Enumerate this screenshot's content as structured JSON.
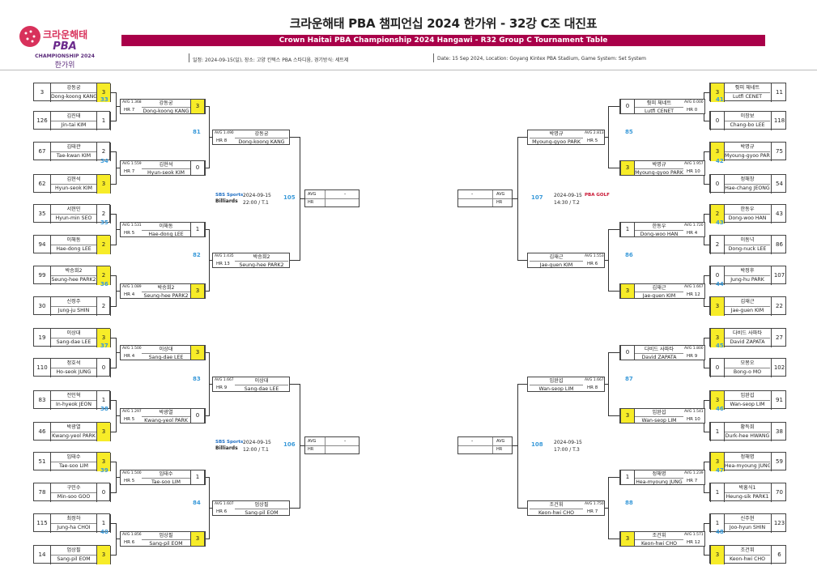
{
  "header": {
    "title": "크라운해태 PBA 챔피언십 2024 한가위 - 32강 C조 대진표",
    "subtitle": "Crown Haitai PBA Championship 2024 Hangawi - R32 Group C Tournament Table",
    "info_kr": "일정: 2024-09-15(일), 장소: 고양 킨텍스 PBA 스타디움, 경기방식: 세트제",
    "info_en": "Date: 15 Sep 2024, Location: Goyang Kintex PBA Stadium, Game System: Set System",
    "logo_kr": "크라운해태",
    "logo_pba": "PBA",
    "logo_champ": "CHAMPIONSHIP 2024",
    "logo_hangawi": "한가위"
  },
  "labels": {
    "avg": "AVG",
    "hr": "HR",
    "dash": "-",
    "sbs1": "SBS Sports",
    "sbs2": "Billiards",
    "pba_golf": "PBA GOLF"
  },
  "left_r32": [
    {
      "seed": "3",
      "kr": "강동궁",
      "en": "Dong-koong KANG",
      "score": "3",
      "win": true
    },
    {
      "seed": "126",
      "kr": "김진태",
      "en": "Jin-tai KIM",
      "score": "1",
      "win": false
    },
    {
      "seed": "67",
      "kr": "김태관",
      "en": "Tae-kwan KIM",
      "score": "2",
      "win": false
    },
    {
      "seed": "62",
      "kr": "김현석",
      "en": "Hyun-seok KIM",
      "score": "3",
      "win": true
    },
    {
      "seed": "35",
      "kr": "서현민",
      "en": "Hyun-min SEO",
      "score": "2",
      "win": false
    },
    {
      "seed": "94",
      "kr": "이해동",
      "en": "Hae-dong LEE",
      "score": "2",
      "win": true
    },
    {
      "seed": "99",
      "kr": "박승희2",
      "en": "Seung-hee PARK2",
      "score": "2",
      "win": true
    },
    {
      "seed": "30",
      "kr": "신정주",
      "en": "Jung-ju SHIN",
      "score": "2",
      "win": false
    },
    {
      "seed": "19",
      "kr": "이상대",
      "en": "Sang-dae LEE",
      "score": "3",
      "win": true
    },
    {
      "seed": "110",
      "kr": "정호석",
      "en": "Ho-seok JUNG",
      "score": "0",
      "win": false
    },
    {
      "seed": "83",
      "kr": "전인혁",
      "en": "In-hyeok JEON",
      "score": "1",
      "win": false
    },
    {
      "seed": "46",
      "kr": "박광열",
      "en": "Kwang-yeol PARK",
      "score": "3",
      "win": true
    },
    {
      "seed": "51",
      "kr": "임태수",
      "en": "Tae-soo LIM",
      "score": "3",
      "win": true
    },
    {
      "seed": "78",
      "kr": "구민수",
      "en": "Min-soo GOO",
      "score": "0",
      "win": false
    },
    {
      "seed": "115",
      "kr": "최정하",
      "en": "Jung-ha CHOI",
      "score": "1",
      "win": false
    },
    {
      "seed": "14",
      "kr": "엄상필",
      "en": "Sang-pil EOM",
      "score": "3",
      "win": true
    }
  ],
  "right_r32": [
    {
      "seed": "11",
      "kr": "륏피 체네트",
      "en": "Lutfi CENET",
      "score": "3",
      "win": true
    },
    {
      "seed": "118",
      "kr": "이창보",
      "en": "Chang-bo LEE",
      "score": "0",
      "win": false
    },
    {
      "seed": "75",
      "kr": "박명규",
      "en": "Myoung-gyoo PARK",
      "score": "3",
      "win": true
    },
    {
      "seed": "54",
      "kr": "정해창",
      "en": "Hae-chang JEONG",
      "score": "0",
      "win": false
    },
    {
      "seed": "43",
      "kr": "한동우",
      "en": "Dong-woo HAN",
      "score": "2",
      "win": true
    },
    {
      "seed": "86",
      "kr": "이동넉",
      "en": "Dong-nuck LEE",
      "score": "2",
      "win": false
    },
    {
      "seed": "107",
      "kr": "박정후",
      "en": "Jung-hu PARK",
      "score": "0",
      "win": false
    },
    {
      "seed": "22",
      "kr": "김재근",
      "en": "Jae-guen KIM",
      "score": "3",
      "win": true
    },
    {
      "seed": "27",
      "kr": "다비드 사파타",
      "en": "David ZAPATA",
      "score": "3",
      "win": true
    },
    {
      "seed": "102",
      "kr": "모봉오",
      "en": "Bong-o MO",
      "score": "0",
      "win": false
    },
    {
      "seed": "91",
      "kr": "임완섭",
      "en": "Wan-seop LIM",
      "score": "3",
      "win": true
    },
    {
      "seed": "38",
      "kr": "황득희",
      "en": "Durk-hee HWANG",
      "score": "1",
      "win": false
    },
    {
      "seed": "59",
      "kr": "정해명",
      "en": "Hea-myoung JUNG",
      "score": "3",
      "win": true
    },
    {
      "seed": "70",
      "kr": "박흥식1",
      "en": "Heung-sik PARK1",
      "score": "1",
      "win": false
    },
    {
      "seed": "123",
      "kr": "신주현",
      "en": "Joo-hyun SHIN",
      "score": "1",
      "win": false
    },
    {
      "seed": "6",
      "kr": "조건휘",
      "en": "Keon-hwi CHO",
      "score": "3",
      "win": true
    }
  ],
  "left_r16": [
    {
      "kr": "강동궁",
      "en": "Dong-koong KANG",
      "avg": "AVG 1.368",
      "hr": "HR 7",
      "score": "3",
      "win": true
    },
    {
      "kr": "김현석",
      "en": "Hyun-seok KIM",
      "avg": "AVG 1.559",
      "hr": "HR 7",
      "score": "0",
      "win": false
    },
    {
      "kr": "이해동",
      "en": "Hae-dong LEE",
      "avg": "AVG 1.531",
      "hr": "HR 5",
      "score": "1",
      "win": false
    },
    {
      "kr": "박승희2",
      "en": "Seung-hee PARK2",
      "avg": "AVG 1.089",
      "hr": "HR 4",
      "score": "3",
      "win": true
    },
    {
      "kr": "이상대",
      "en": "Sang-dae LEE",
      "avg": "AVG 1.500",
      "hr": "HR 4",
      "score": "3",
      "win": true
    },
    {
      "kr": "박광열",
      "en": "Kwang-yeol PARK",
      "avg": "AVG 1.297",
      "hr": "HR 5",
      "score": "0",
      "win": false
    },
    {
      "kr": "임태수",
      "en": "Tae-soo LIM",
      "avg": "AVG 1.500",
      "hr": "HR 5",
      "score": "1",
      "win": false
    },
    {
      "kr": "엄상필",
      "en": "Sang-pil EOM",
      "avg": "AVG 1.856",
      "hr": "HR 6",
      "score": "3",
      "win": true
    }
  ],
  "right_r16": [
    {
      "kr": "륏피 체네트",
      "en": "Lutfi CENET",
      "avg": "AVG 0.000",
      "hr": "HR 0",
      "score": "0",
      "win": false
    },
    {
      "kr": "박명규",
      "en": "Myoung-gyoo PARK",
      "avg": "AVG 1.957",
      "hr": "HR 10",
      "score": "3",
      "win": true
    },
    {
      "kr": "한동우",
      "en": "Dong-woo HAN",
      "avg": "AVG 1.720",
      "hr": "HR 4",
      "score": "1",
      "win": false
    },
    {
      "kr": "김재근",
      "en": "Jae-guen KIM",
      "avg": "AVG 1.667",
      "hr": "HR 12",
      "score": "3",
      "win": true
    },
    {
      "kr": "다비드 사파타",
      "en": "David ZAPATA",
      "avg": "AVG 1.800",
      "hr": "HR 9",
      "score": "0",
      "win": false
    },
    {
      "kr": "임완섭",
      "en": "Wan-seop LIM",
      "avg": "AVG 1.541",
      "hr": "HR 10",
      "score": "3",
      "win": true
    },
    {
      "kr": "정해명",
      "en": "Hea-myoung JUNG",
      "avg": "AVG 1.239",
      "hr": "HR 7",
      "score": "1",
      "win": false
    },
    {
      "kr": "조건휘",
      "en": "Keon-hwi CHO",
      "avg": "AVG 1.571",
      "hr": "HR 12",
      "score": "3",
      "win": true
    }
  ],
  "left_r8": [
    {
      "kr": "강동궁",
      "en": "Dong-koong KANG",
      "avg": "AVG 1.490",
      "hr": "HR 8"
    },
    {
      "kr": "박승희2",
      "en": "Seung-hee PARK2",
      "avg": "AVG 1.435",
      "hr": "HR 13"
    },
    {
      "kr": "이상대",
      "en": "Sang-dae LEE",
      "avg": "AVG 1.667",
      "hr": "HR 9"
    },
    {
      "kr": "엄상필",
      "en": "Sang-pil EOM",
      "avg": "AVG 1.607",
      "hr": "HR 6"
    }
  ],
  "right_r8": [
    {
      "kr": "박명규",
      "en": "Myoung-gyoo PARK",
      "avg": "AVG 2.813",
      "hr": "HR 5"
    },
    {
      "kr": "김재근",
      "en": "Jae-guen KIM",
      "avg": "AVG 1.553",
      "hr": "HR 6"
    },
    {
      "kr": "임완섭",
      "en": "Wan-seop LIM",
      "avg": "AVG 1.667",
      "hr": "HR 8"
    },
    {
      "kr": "조건휘",
      "en": "Keon-hwi CHO",
      "avg": "AVG 1.750",
      "hr": "HR 7"
    }
  ],
  "game_numbers": {
    "left_r32": [
      "33",
      "34",
      "35",
      "36",
      "37",
      "38",
      "39",
      "40"
    ],
    "right_r32": [
      "41",
      "42",
      "43",
      "44",
      "45",
      "46",
      "47",
      "48"
    ],
    "left_r16": [
      "81",
      "82",
      "83",
      "84"
    ],
    "right_r16": [
      "85",
      "86",
      "87",
      "88"
    ],
    "qf": [
      "105",
      "107",
      "106",
      "108"
    ]
  },
  "qf_matches": [
    {
      "date": "2024-09-15",
      "time": "22:00 / T.1"
    },
    {
      "date": "2024-09-15",
      "time": "14:30 / T.2"
    },
    {
      "date": "2024-09-15",
      "time": "12:00 / T.1"
    },
    {
      "date": "2024-09-15",
      "time": "17:00 / T.3"
    }
  ],
  "colors": {
    "brand": "#a90049",
    "winner": "#f7ec28",
    "game_number": "#3a9ad9"
  }
}
